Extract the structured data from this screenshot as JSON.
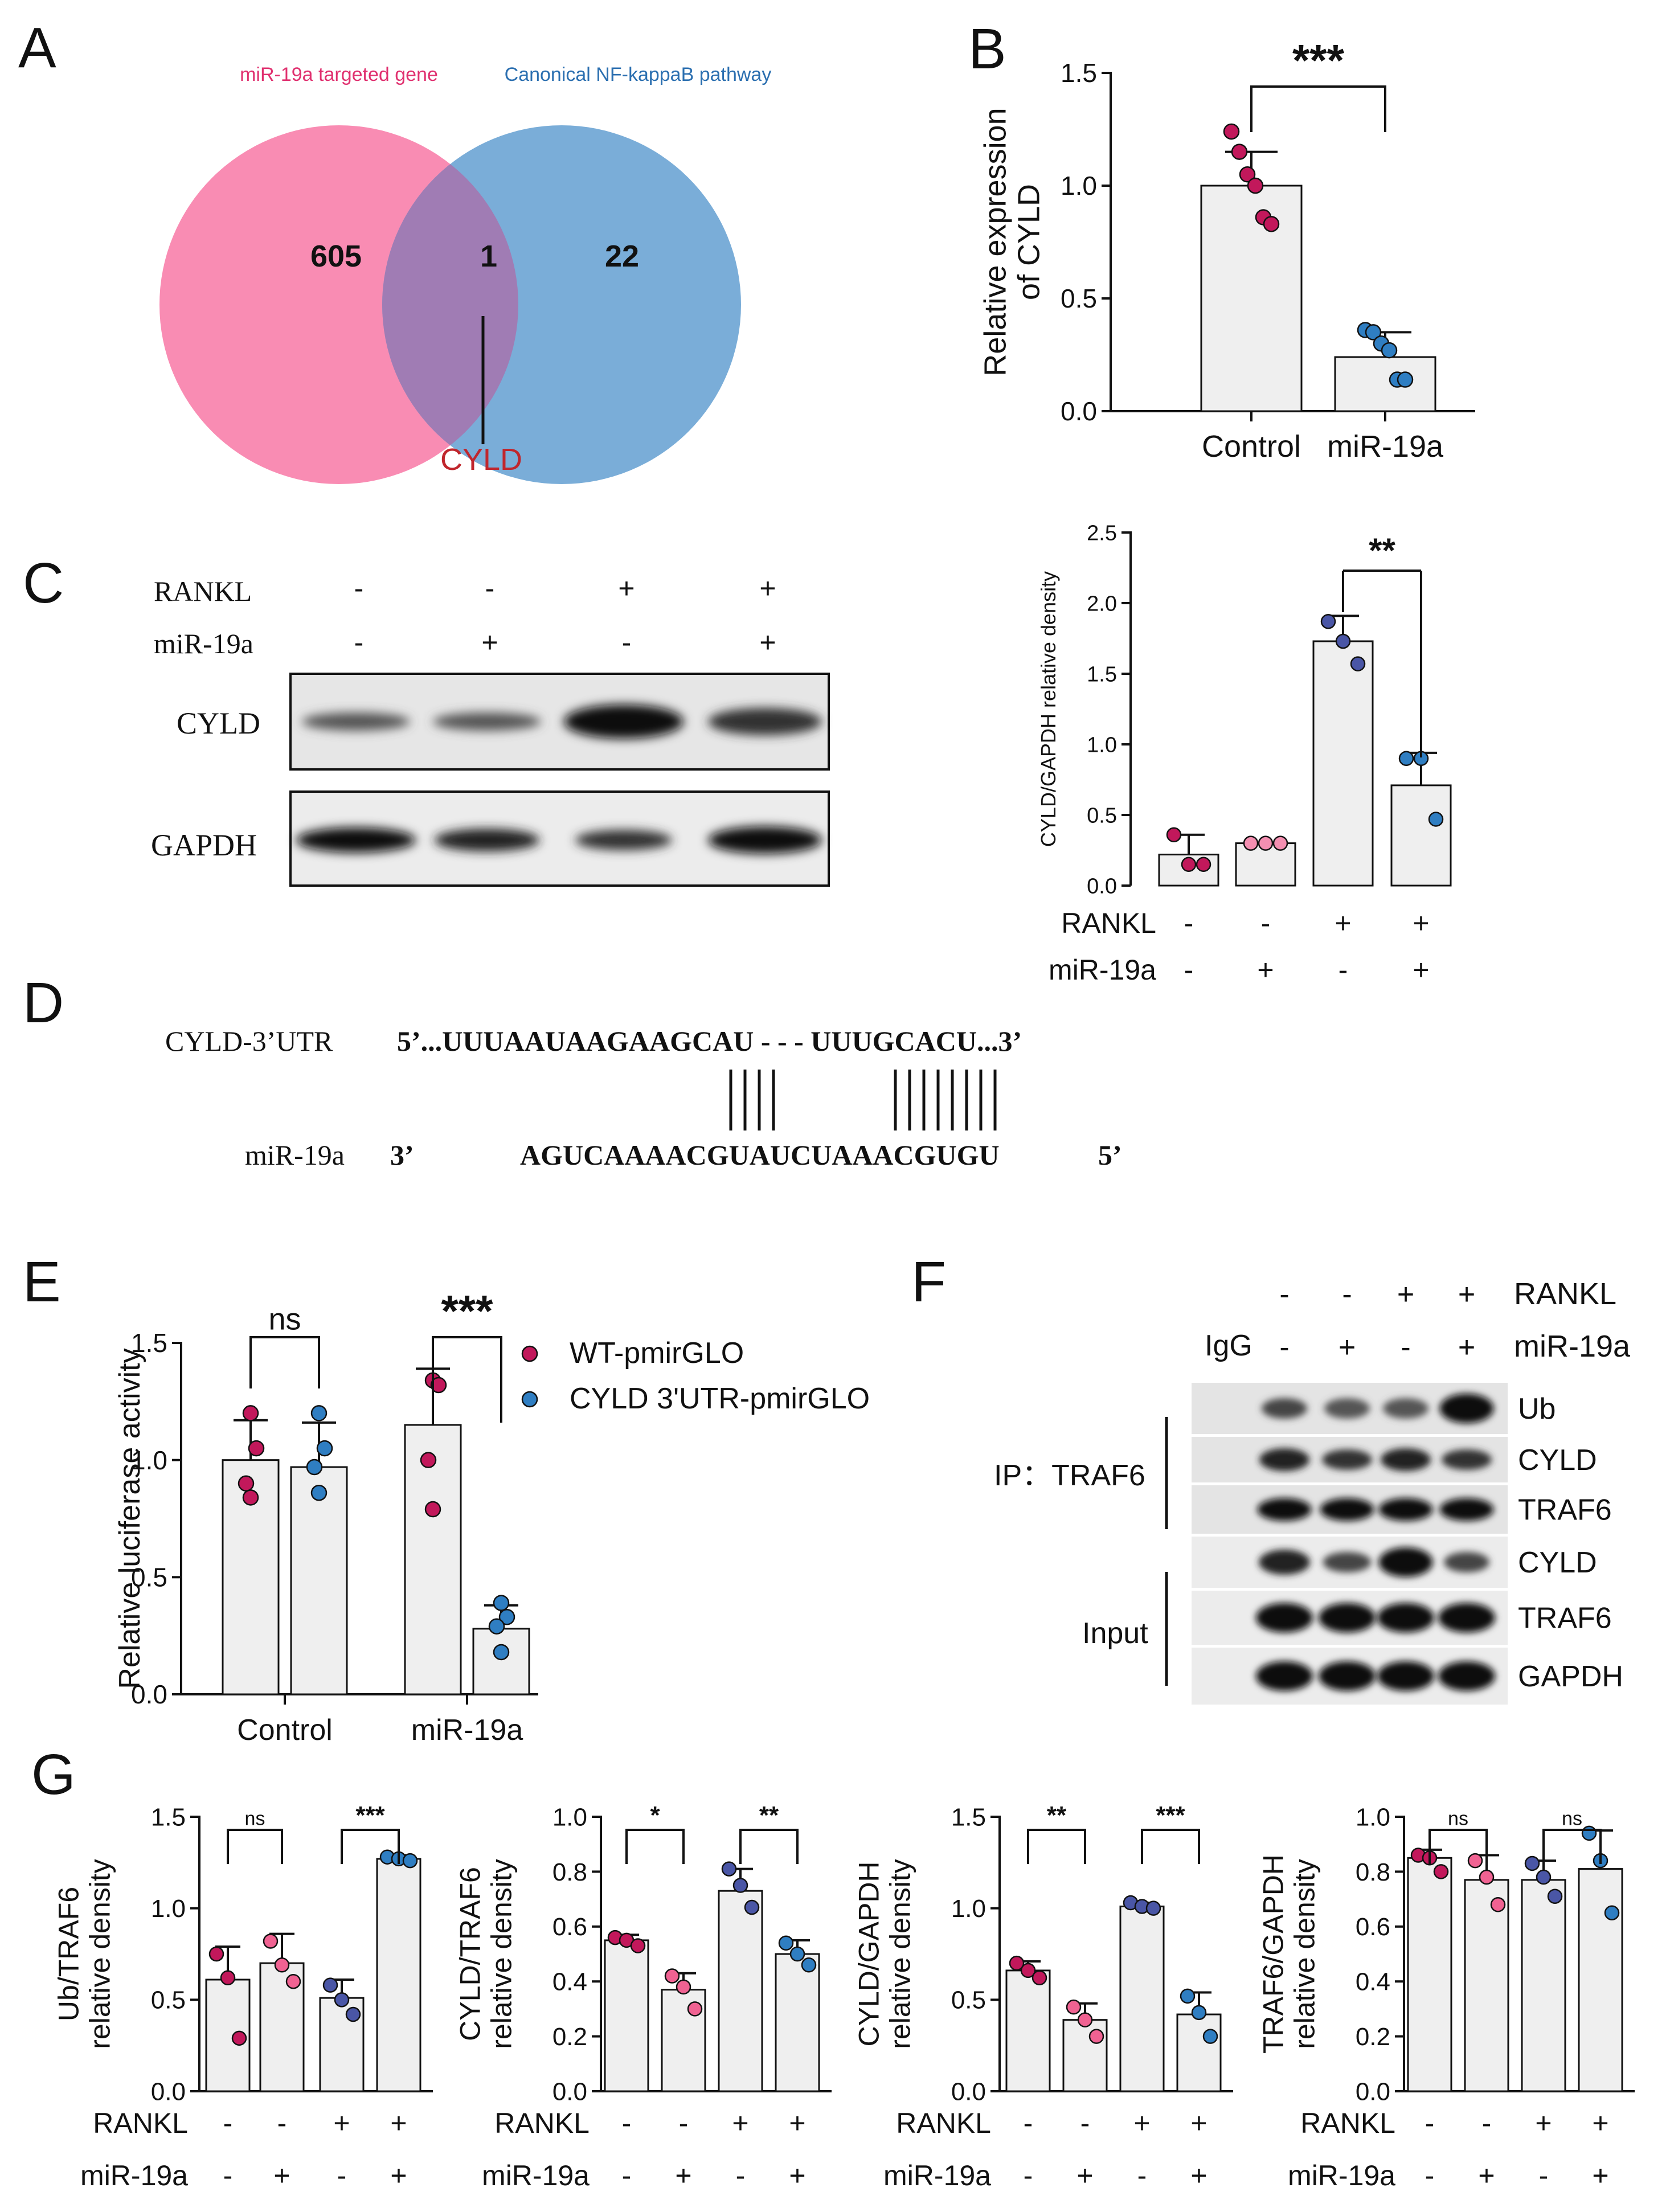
{
  "panels": {
    "A": {
      "letter": "A",
      "set1_label": "miR-19a targeted gene",
      "set2_label": "Canonical NF-kappaB pathway",
      "only1": "605",
      "overlap": "1",
      "only2": "22",
      "overlap_gene": "CYLD",
      "colors": {
        "set1": "#f98cb3",
        "set2": "#7aadd8",
        "overlap": "#a07cb4",
        "set1_text": "#e0306f",
        "set2_text": "#2b6fb0",
        "gene": "#c0262d"
      }
    },
    "B": {
      "letter": "B"
    },
    "C": {
      "letter": "C",
      "blot": {
        "rows": [
          "RANKL",
          "miR-19a"
        ],
        "signs": [
          [
            "-",
            "-",
            "+",
            "+"
          ],
          [
            "-",
            "+",
            "-",
            "+"
          ]
        ],
        "bands": [
          "CYLD",
          "GAPDH"
        ]
      }
    },
    "D": {
      "letter": "D",
      "utr_label": "CYLD-3’UTR",
      "utr_seq": "5’...UUUAAUAAGAAGCAU - - - UUUGCACU...3’",
      "mir_label": "miR-19a",
      "mir_end5": "3’",
      "mir_seq": "AGUCAAAACGUAUCUAAACGUGU",
      "mir_end3": "5’"
    },
    "E": {
      "letter": "E"
    },
    "F": {
      "letter": "F",
      "rows": [
        "RANKL",
        "miR-19a"
      ],
      "signs": [
        [
          "-",
          "-",
          "+",
          "+"
        ],
        [
          "-",
          "+",
          "-",
          "+"
        ]
      ],
      "igg": "IgG",
      "ip_label": "IP：TRAF6",
      "input_label": "Input",
      "ip_bands": [
        "Ub",
        "CYLD",
        "TRAF6"
      ],
      "input_bands": [
        "CYLD",
        "TRAF6",
        "GAPDH"
      ]
    },
    "G": {
      "letter": "G"
    }
  },
  "chart_data": [
    {
      "id": "B",
      "type": "bar",
      "categories": [
        "Control",
        "miR-19a"
      ],
      "values": [
        1.0,
        0.24
      ],
      "errors": [
        0.15,
        0.11
      ],
      "points": [
        [
          1.24,
          1.15,
          1.05,
          1.0,
          0.86,
          0.83
        ],
        [
          0.36,
          0.35,
          0.3,
          0.27,
          0.14,
          0.14
        ]
      ],
      "point_colors": [
        "#c2185b",
        "#2f7ec2"
      ],
      "ylabel": "Relative expression\nof CYLD",
      "yticks": [
        "0.0",
        "0.5",
        "1.0",
        "1.5"
      ],
      "ylim": [
        0,
        1.5
      ],
      "significance": [
        {
          "from": 0,
          "to": 1,
          "label": "***"
        }
      ]
    },
    {
      "id": "C",
      "type": "bar",
      "categories": [
        "1",
        "2",
        "3",
        "4"
      ],
      "values": [
        0.22,
        0.3,
        1.73,
        0.71
      ],
      "errors": [
        0.14,
        0.0,
        0.18,
        0.23
      ],
      "points": [
        [
          0.36,
          0.15,
          0.15
        ],
        [
          0.3,
          0.3,
          0.3
        ],
        [
          1.87,
          1.73,
          1.57
        ],
        [
          0.9,
          0.9,
          0.47
        ]
      ],
      "point_colors": [
        "#c2185b",
        "#f48fb1",
        "#4a56a6",
        "#2f7ec2"
      ],
      "ylabel": "CYLD/GAPDH relative density",
      "yticks": [
        "0.0",
        "0.5",
        "1.0",
        "1.5",
        "2.0",
        "2.5"
      ],
      "ylim": [
        0,
        2.5
      ],
      "conditions": [
        {
          "label": "RANKL",
          "signs": [
            "-",
            "-",
            "+",
            "+"
          ]
        },
        {
          "label": "miR-19a",
          "signs": [
            "-",
            "+",
            "-",
            "+"
          ]
        }
      ],
      "significance": [
        {
          "from": 2,
          "to": 3,
          "label": "**"
        }
      ]
    },
    {
      "id": "E",
      "type": "bar",
      "categories": [
        "Control",
        "miR-19a"
      ],
      "series": [
        {
          "name": "WT-pmirGLO",
          "values": [
            1.0,
            1.15
          ],
          "errors": [
            0.17,
            0.24
          ],
          "points": [
            [
              1.2,
              1.05,
              0.9,
              0.84
            ],
            [
              1.34,
              1.32,
              1.0,
              0.79
            ]
          ],
          "color": "#c2185b"
        },
        {
          "name": "CYLD 3'UTR-pmirGLO",
          "values": [
            0.97,
            0.28
          ],
          "errors": [
            0.19,
            0.1
          ],
          "points": [
            [
              1.2,
              1.05,
              0.97,
              0.86
            ],
            [
              0.39,
              0.33,
              0.29,
              0.18
            ]
          ],
          "color": "#2f7ec2"
        }
      ],
      "ylabel": "Relative luciferase activity",
      "yticks": [
        "0.0",
        "0.5",
        "1.0",
        "1.5"
      ],
      "ylim": [
        0,
        1.5
      ],
      "significance": [
        {
          "group": 0,
          "label": "ns"
        },
        {
          "group": 1,
          "label": "***"
        }
      ]
    },
    {
      "id": "G1",
      "type": "bar",
      "categories": [
        "1",
        "2",
        "3",
        "4"
      ],
      "values": [
        0.61,
        0.7,
        0.51,
        1.27
      ],
      "errors": [
        0.18,
        0.16,
        0.1,
        0.02
      ],
      "points": [
        [
          0.75,
          0.62,
          0.29
        ],
        [
          0.82,
          0.69,
          0.6
        ],
        [
          0.58,
          0.5,
          0.42
        ],
        [
          1.28,
          1.27,
          1.26
        ]
      ],
      "point_colors": [
        "#c2185b",
        "#f06292",
        "#4a56a6",
        "#2f7ec2"
      ],
      "ylabel": "Ub/TRAF6\nrelative density",
      "yticks": [
        "0.0",
        "0.5",
        "1.0",
        "1.5"
      ],
      "ylim": [
        0,
        1.5
      ],
      "conditions": [
        {
          "label": "RANKL",
          "signs": [
            "-",
            "-",
            "+",
            "+"
          ]
        },
        {
          "label": "miR-19a",
          "signs": [
            "-",
            "+",
            "-",
            "+"
          ]
        }
      ],
      "significance": [
        {
          "from": 0,
          "to": 1,
          "label": "ns"
        },
        {
          "from": 2,
          "to": 3,
          "label": "***"
        }
      ]
    },
    {
      "id": "G2",
      "type": "bar",
      "categories": [
        "1",
        "2",
        "3",
        "4"
      ],
      "values": [
        0.55,
        0.37,
        0.73,
        0.5
      ],
      "errors": [
        0.02,
        0.06,
        0.08,
        0.05
      ],
      "points": [
        [
          0.56,
          0.55,
          0.53
        ],
        [
          0.42,
          0.38,
          0.3
        ],
        [
          0.81,
          0.75,
          0.67
        ],
        [
          0.54,
          0.5,
          0.46
        ]
      ],
      "point_colors": [
        "#c2185b",
        "#f06292",
        "#4a56a6",
        "#2f7ec2"
      ],
      "ylabel": "CYLD/TRAF6\nrelative density",
      "yticks": [
        "0.0",
        "0.2",
        "0.4",
        "0.6",
        "0.8",
        "1.0"
      ],
      "ylim": [
        0,
        1.0
      ],
      "conditions": [
        {
          "label": "RANKL",
          "signs": [
            "-",
            "-",
            "+",
            "+"
          ]
        },
        {
          "label": "miR-19a",
          "signs": [
            "-",
            "+",
            "-",
            "+"
          ]
        }
      ],
      "significance": [
        {
          "from": 0,
          "to": 1,
          "label": "*"
        },
        {
          "from": 2,
          "to": 3,
          "label": "**"
        }
      ]
    },
    {
      "id": "G3",
      "type": "bar",
      "categories": [
        "1",
        "2",
        "3",
        "4"
      ],
      "values": [
        0.66,
        0.39,
        1.01,
        0.42
      ],
      "errors": [
        0.05,
        0.09,
        0.02,
        0.12
      ],
      "points": [
        [
          0.7,
          0.66,
          0.62
        ],
        [
          0.46,
          0.39,
          0.3
        ],
        [
          1.03,
          1.01,
          1.0
        ],
        [
          0.52,
          0.43,
          0.3
        ]
      ],
      "point_colors": [
        "#c2185b",
        "#f06292",
        "#4a56a6",
        "#2f7ec2"
      ],
      "ylabel": "CYLD/GAPDH\nrelative density",
      "yticks": [
        "0.0",
        "0.5",
        "1.0",
        "1.5"
      ],
      "ylim": [
        0,
        1.5
      ],
      "conditions": [
        {
          "label": "RANKL",
          "signs": [
            "-",
            "-",
            "+",
            "+"
          ]
        },
        {
          "label": "miR-19a",
          "signs": [
            "-",
            "+",
            "-",
            "+"
          ]
        }
      ],
      "significance": [
        {
          "from": 0,
          "to": 1,
          "label": "**"
        },
        {
          "from": 2,
          "to": 3,
          "label": "***"
        }
      ]
    },
    {
      "id": "G4",
      "type": "bar",
      "categories": [
        "1",
        "2",
        "3",
        "4"
      ],
      "values": [
        0.85,
        0.77,
        0.77,
        0.81
      ],
      "errors": [
        0.03,
        0.09,
        0.07,
        0.14
      ],
      "points": [
        [
          0.86,
          0.85,
          0.8
        ],
        [
          0.84,
          0.78,
          0.68
        ],
        [
          0.83,
          0.78,
          0.71
        ],
        [
          0.94,
          0.84,
          0.65
        ]
      ],
      "point_colors": [
        "#c2185b",
        "#f06292",
        "#4a56a6",
        "#2f7ec2"
      ],
      "ylabel": "TRAF6/GAPDH\nrelative density",
      "yticks": [
        "0.0",
        "0.2",
        "0.4",
        "0.6",
        "0.8",
        "1.0"
      ],
      "ylim": [
        0,
        1.0
      ],
      "conditions": [
        {
          "label": "RANKL",
          "signs": [
            "-",
            "-",
            "+",
            "+"
          ]
        },
        {
          "label": "miR-19a",
          "signs": [
            "-",
            "+",
            "-",
            "+"
          ]
        }
      ],
      "significance": [
        {
          "from": 0,
          "to": 1,
          "label": "ns"
        },
        {
          "from": 2,
          "to": 3,
          "label": "ns"
        }
      ]
    }
  ]
}
